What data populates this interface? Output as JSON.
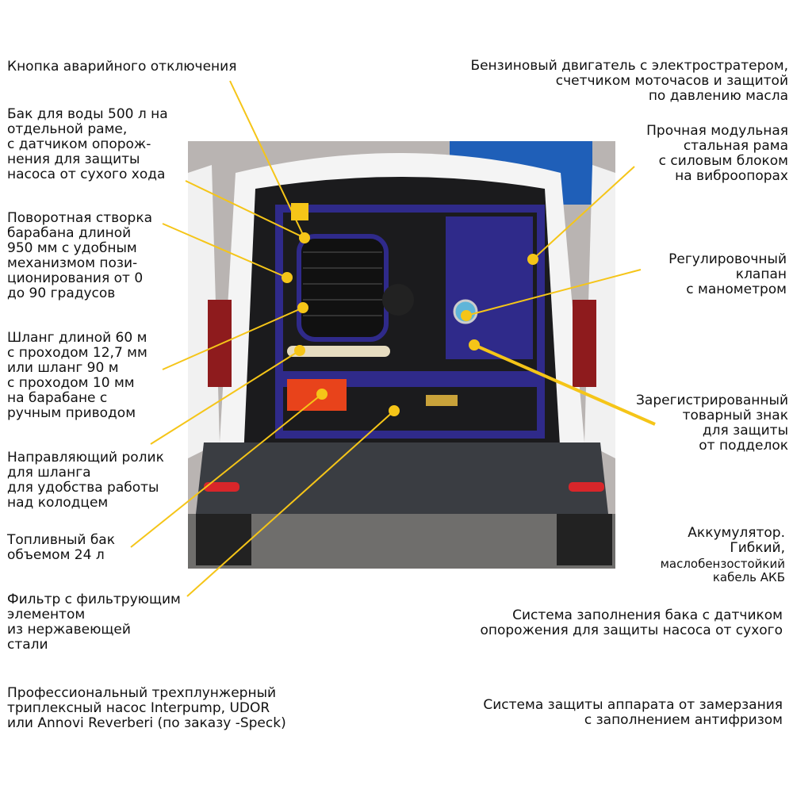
{
  "colors": {
    "leader": "#f5c518",
    "frame": "#2f2a8a",
    "van": "#f2f2f2",
    "bumper": "#3a3d42"
  },
  "labels": {
    "emergency_button": "Кнопка аварийного отключения",
    "water_tank": "Бак для воды 500 л на\nотдельной раме,\nс датчиком опорож-\nнения для защиты\nнасоса от сухого хода",
    "swivel_door": "Поворотная створка\nбарабана длиной\n950 мм с удобным\nмеханизмом пози-\nционирования от 0\nдо 90 градусов",
    "hose": "Шланг длиной 60 м\nс проходом 12,7 мм\nили шланг 90 м\nс проходом 10 мм\nна барабане с\nручным приводом",
    "guide_roller": "Направляющий ролик\nдля шланга\nдля удобства работы\nнад колодцем",
    "fuel_tank": "Топливный бак\nобъемом 24 л",
    "filter": "Фильтр с фильтрующим\nэлементом\nиз нержавеющей\nстали",
    "pump": "Профессиональный трехплунжерный\nтриплексный насос Interpump, UDOR\nили Annovi Reverberi (по заказу -Speck)",
    "engine": "Бензиновый двигатель с электростратером,\nсчетчиком моточасов и защитой\nпо давлению масла",
    "frame": "Прочная модульная\nстальная рама\nс силовым блоком\nна виброопорах",
    "valve": "Регулировочный\nклапан\nс манометром",
    "trademark": "Зарегистрированный\nтоварный знак\nдля защиты\nот подделок",
    "battery_1": "Аккумулятор.\nГибкий,",
    "battery_2": "маслобензостойкий\nкабель АКБ",
    "fill_system": "Система заполнения бака с датчиком\nопорожения для защиты насоса от сухого",
    "antifreeze": "Система защиты аппарата от замерзания\nс заполнением антифризом"
  }
}
